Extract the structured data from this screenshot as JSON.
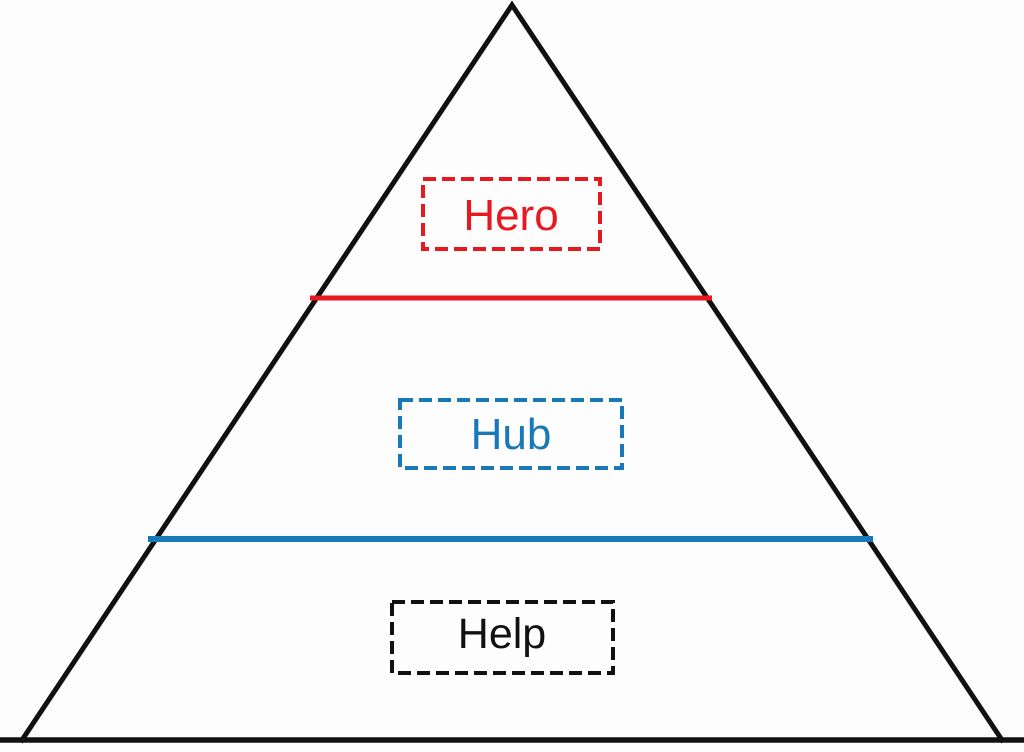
{
  "diagram": {
    "type": "pyramid",
    "background": "#fdfdfd",
    "outline_color": "#111111",
    "tiers": [
      {
        "label": "Hero",
        "accent_color": "#e8181f"
      },
      {
        "label": "Hub",
        "accent_color": "#1878b8"
      },
      {
        "label": "Help",
        "accent_color": "#111111"
      }
    ]
  }
}
